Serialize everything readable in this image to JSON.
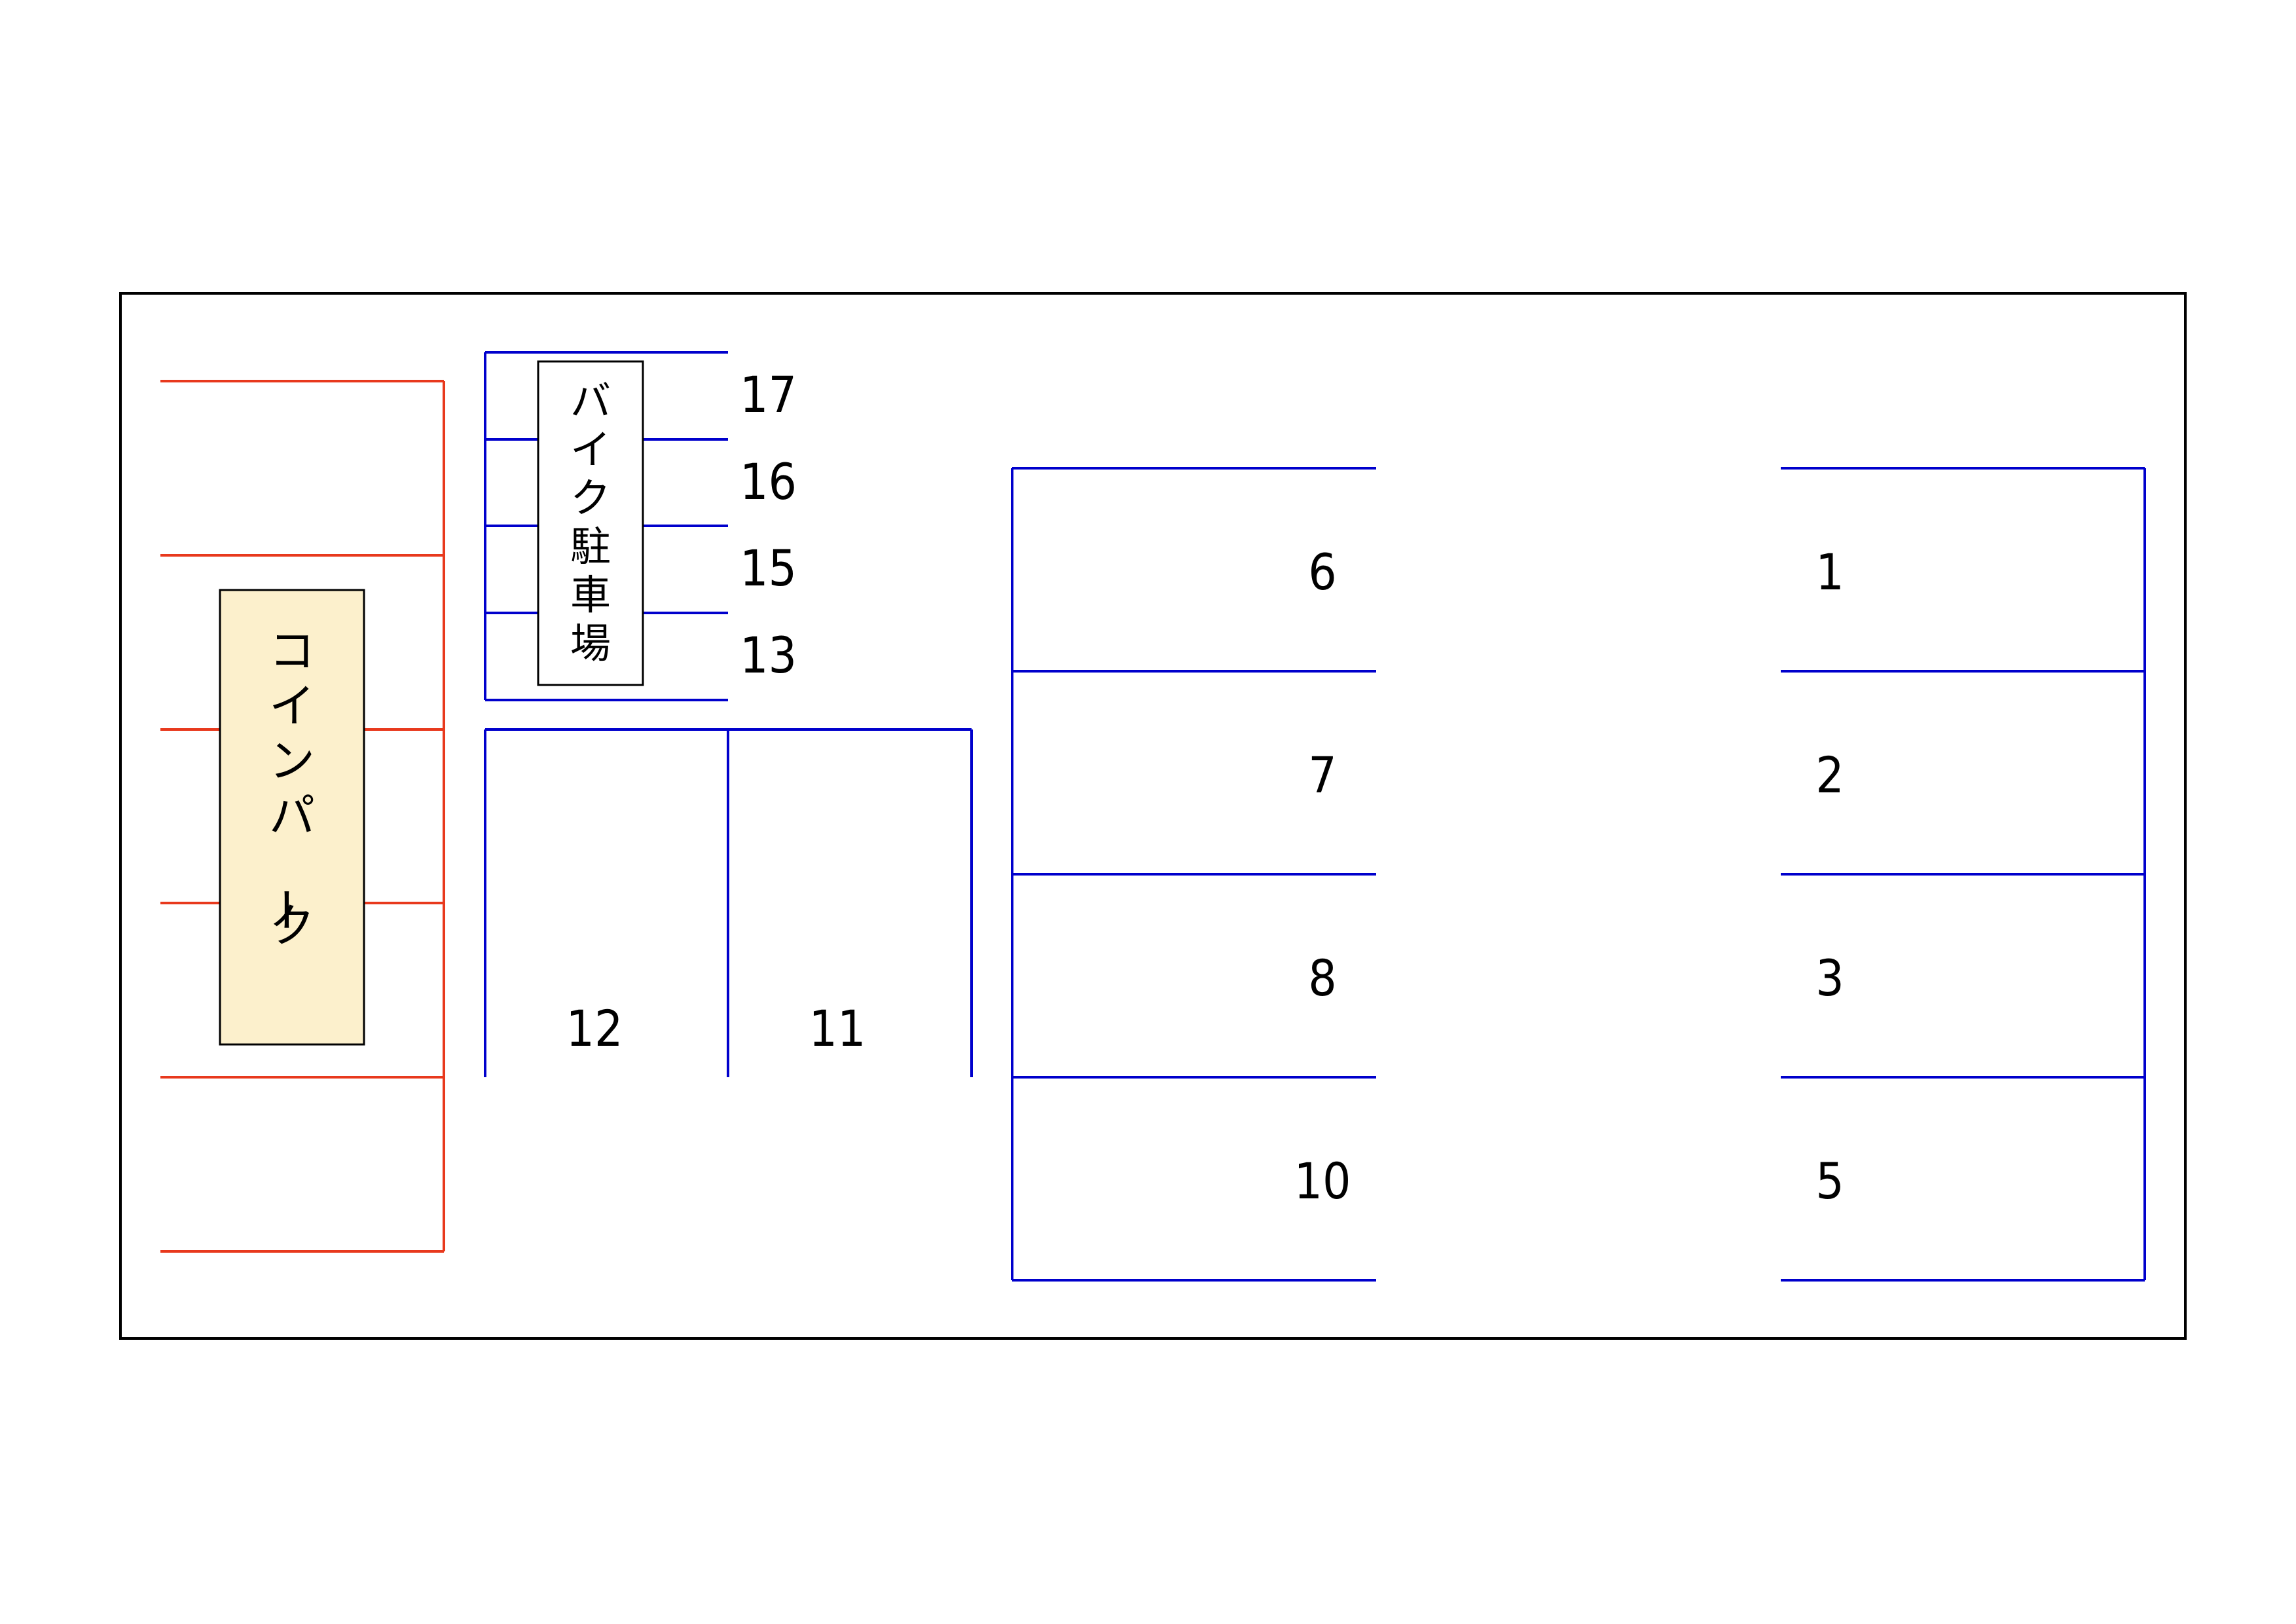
{
  "colors": {
    "outer_border": "#000000",
    "coin_park_lines": "#e8391d",
    "coin_park_fill": "#fcf0cc",
    "stall_lines": "#0000cc",
    "label_text": "#000000"
  },
  "coin_park": {
    "label": "コインパーク"
  },
  "bike_parking": {
    "label": "バイク駐車場",
    "stall_numbers": [
      "17",
      "16",
      "15",
      "13"
    ]
  },
  "middle_stalls": {
    "stall_numbers": [
      "12",
      "11"
    ]
  },
  "left_column": {
    "stall_numbers": [
      "6",
      "7",
      "8",
      "10"
    ]
  },
  "right_column": {
    "stall_numbers": [
      "1",
      "2",
      "3",
      "5"
    ]
  }
}
